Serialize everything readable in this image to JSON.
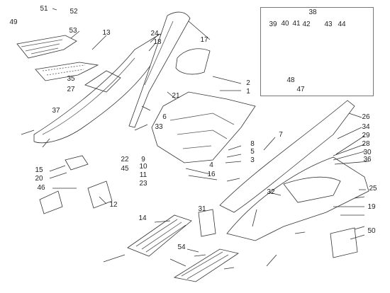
{
  "labels": [
    {
      "id": "51",
      "text": "51"
    },
    {
      "id": "52",
      "text": "52"
    },
    {
      "id": "49",
      "text": "49"
    },
    {
      "id": "53",
      "text": "53"
    },
    {
      "id": "13",
      "text": "13"
    },
    {
      "id": "24",
      "text": "24"
    },
    {
      "id": "18",
      "text": "18"
    },
    {
      "id": "17",
      "text": "17"
    },
    {
      "id": "38",
      "text": "38"
    },
    {
      "id": "39",
      "text": "39"
    },
    {
      "id": "40",
      "text": "40"
    },
    {
      "id": "41",
      "text": "41"
    },
    {
      "id": "42",
      "text": "42"
    },
    {
      "id": "43",
      "text": "43"
    },
    {
      "id": "44",
      "text": "44"
    },
    {
      "id": "48",
      "text": "48"
    },
    {
      "id": "47",
      "text": "47"
    },
    {
      "id": "35",
      "text": "35"
    },
    {
      "id": "27",
      "text": "27"
    },
    {
      "id": "21",
      "text": "21"
    },
    {
      "id": "2",
      "text": "2"
    },
    {
      "id": "1",
      "text": "1"
    },
    {
      "id": "37",
      "text": "37"
    },
    {
      "id": "6",
      "text": "6"
    },
    {
      "id": "33",
      "text": "33"
    },
    {
      "id": "26",
      "text": "26"
    },
    {
      "id": "34",
      "text": "34"
    },
    {
      "id": "29",
      "text": "29"
    },
    {
      "id": "28",
      "text": "28"
    },
    {
      "id": "30",
      "text": "30"
    },
    {
      "id": "36",
      "text": "36"
    },
    {
      "id": "7",
      "text": "7"
    },
    {
      "id": "8",
      "text": "8"
    },
    {
      "id": "5",
      "text": "5"
    },
    {
      "id": "3",
      "text": "3"
    },
    {
      "id": "4",
      "text": "4"
    },
    {
      "id": "16",
      "text": "16"
    },
    {
      "id": "15",
      "text": "15"
    },
    {
      "id": "20",
      "text": "20"
    },
    {
      "id": "9",
      "text": "9"
    },
    {
      "id": "10",
      "text": "10"
    },
    {
      "id": "11",
      "text": "11"
    },
    {
      "id": "23",
      "text": "23"
    },
    {
      "id": "22",
      "text": "22"
    },
    {
      "id": "45",
      "text": "45"
    },
    {
      "id": "46",
      "text": "46"
    },
    {
      "id": "12",
      "text": "12"
    },
    {
      "id": "14",
      "text": "14"
    },
    {
      "id": "31",
      "text": "31"
    },
    {
      "id": "32",
      "text": "32"
    },
    {
      "id": "25",
      "text": "25"
    },
    {
      "id": "19",
      "text": "19"
    },
    {
      "id": "50",
      "text": "50"
    },
    {
      "id": "54",
      "text": "54"
    }
  ],
  "colors": {
    "line": "#333333",
    "fill": "#ffffff",
    "shade": "#555555",
    "inset_border": "#777777"
  }
}
